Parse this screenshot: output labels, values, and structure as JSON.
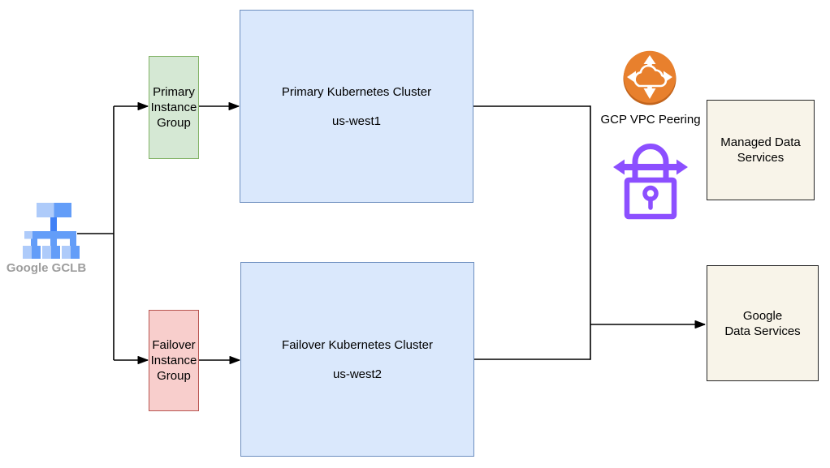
{
  "colors": {
    "cluster_fill": "#dae8fc",
    "cluster_border": "#6c8ebf",
    "primary_group_fill": "#d5e8d4",
    "primary_group_border": "#82b366",
    "failover_group_fill": "#f8cecc",
    "failover_group_border": "#b85450",
    "data_box_fill": "#f8f4e9",
    "data_box_border": "#262626",
    "connector": "#000000",
    "gclb_blue_light": "#aecbfa",
    "gclb_blue": "#639df8",
    "gclb_blue_dark": "#3f80f6",
    "gclb_label_gray": "#9e9e9e",
    "peering_orange": "#e8802d",
    "peering_orange_dark": "#c2641c",
    "lock_purple": "#8c4fff",
    "text": "#000000"
  },
  "nodes": {
    "gclb": {
      "label": "Google GCLB"
    },
    "primary_instance_group": {
      "label": "Primary\nInstance\nGroup"
    },
    "failover_instance_group": {
      "label": "Failover\nInstance\nGroup"
    },
    "primary_cluster": {
      "title": "Primary Kubernetes Cluster",
      "region": "us-west1"
    },
    "failover_cluster": {
      "title": "Failover Kubernetes Cluster",
      "region": "us-west2"
    },
    "vpc_peering": {
      "label": "GCP VPC Peering"
    },
    "managed_data_services": {
      "label": "Managed Data\nServices"
    },
    "google_data_services": {
      "label": "Google\nData Services"
    }
  }
}
